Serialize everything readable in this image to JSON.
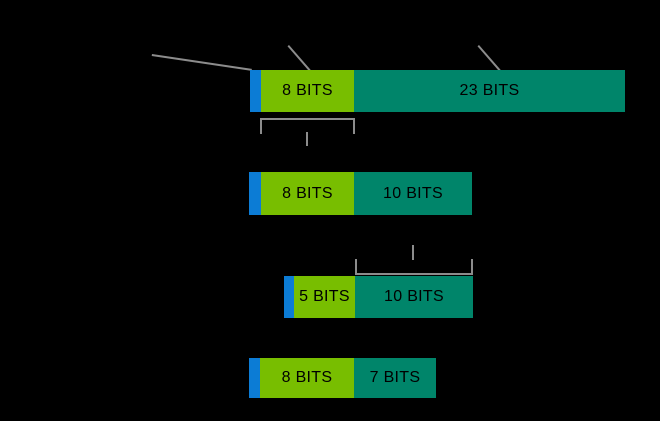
{
  "diagram": {
    "title": "Bit field allocation diagram",
    "background_color": "#000000",
    "colors": {
      "blue": "#0C7CD5",
      "green": "#78BE00",
      "teal": "#00856A",
      "annotation_gray": "#8C8C8C",
      "label_text": "#000000"
    },
    "rows": [
      {
        "name": "row-1",
        "segments": [
          {
            "name": "blue-segment",
            "label": "",
            "color": "blue"
          },
          {
            "name": "green-segment",
            "label": "8 BITS",
            "color": "green"
          },
          {
            "name": "teal-segment",
            "label": "23 BITS",
            "color": "teal"
          }
        ]
      },
      {
        "name": "row-2",
        "segments": [
          {
            "name": "blue-segment",
            "label": "",
            "color": "blue"
          },
          {
            "name": "green-segment",
            "label": "8 BITS",
            "color": "green"
          },
          {
            "name": "teal-segment",
            "label": "10 BITS",
            "color": "teal"
          }
        ]
      },
      {
        "name": "row-3",
        "segments": [
          {
            "name": "blue-segment",
            "label": "",
            "color": "blue"
          },
          {
            "name": "green-segment",
            "label": "5 BITS",
            "color": "green"
          },
          {
            "name": "teal-segment",
            "label": "10 BITS",
            "color": "teal"
          }
        ]
      },
      {
        "name": "row-4",
        "segments": [
          {
            "name": "blue-segment",
            "label": "",
            "color": "blue"
          },
          {
            "name": "green-segment",
            "label": "8 BITS",
            "color": "green"
          },
          {
            "name": "teal-segment",
            "label": "7 BITS",
            "color": "teal"
          }
        ]
      }
    ],
    "annotations": {
      "leader_left": "",
      "leader_mid": "",
      "leader_right": "",
      "bracket_row1": "",
      "bracket_row3": ""
    }
  }
}
